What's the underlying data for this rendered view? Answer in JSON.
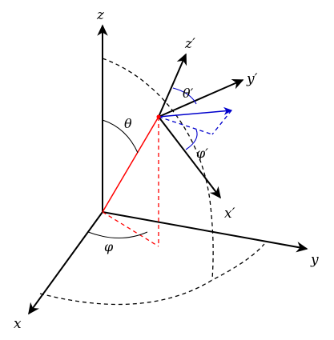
{
  "axes": {
    "z": "z",
    "y": "y",
    "x": "x",
    "z_prime": "z′",
    "y_prime": "y′",
    "x_prime": "x′"
  },
  "angles": {
    "theta": "θ",
    "phi": "φ",
    "theta_prime": "θ′",
    "phi_prime": "φ′"
  },
  "colors": {
    "axis": "#000000",
    "position_vector": "#ff0000",
    "projection": "#ff0000",
    "direction_vector": "#0000cc",
    "arc": "#000000"
  }
}
